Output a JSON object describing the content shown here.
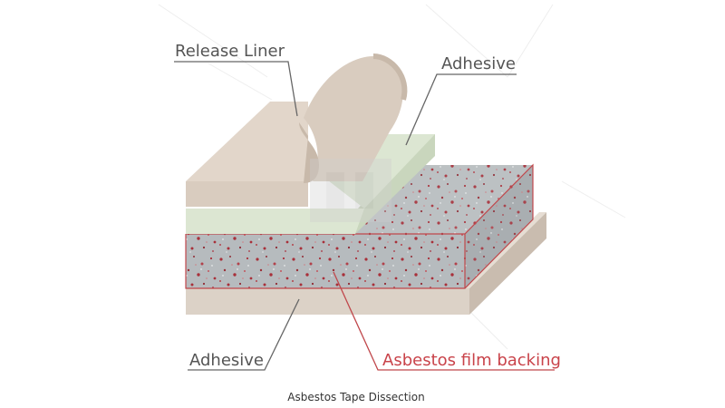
{
  "labels": {
    "release_liner": "Release Liner",
    "adhesive_top": "Adhesive",
    "adhesive_bottom": "Adhesive",
    "asbestos_backing": "Asbestos film backing"
  },
  "caption": "Asbestos Tape Dissection",
  "colors": {
    "liner": "#d9ccbf",
    "liner_dark": "#c8b9aa",
    "adhesive": "#dce6d2",
    "adhesive_dark": "#c9d6bd",
    "base": "#dcd2c7",
    "base_dark": "#c9bcaf",
    "asbestos": "#bcc1c3",
    "asbestos_dark": "#a9aeb1",
    "speckle": "#a8303a",
    "outline": "#666666",
    "red_line": "#c0474b",
    "label_text": "#555555",
    "red_text": "#c9434a"
  }
}
